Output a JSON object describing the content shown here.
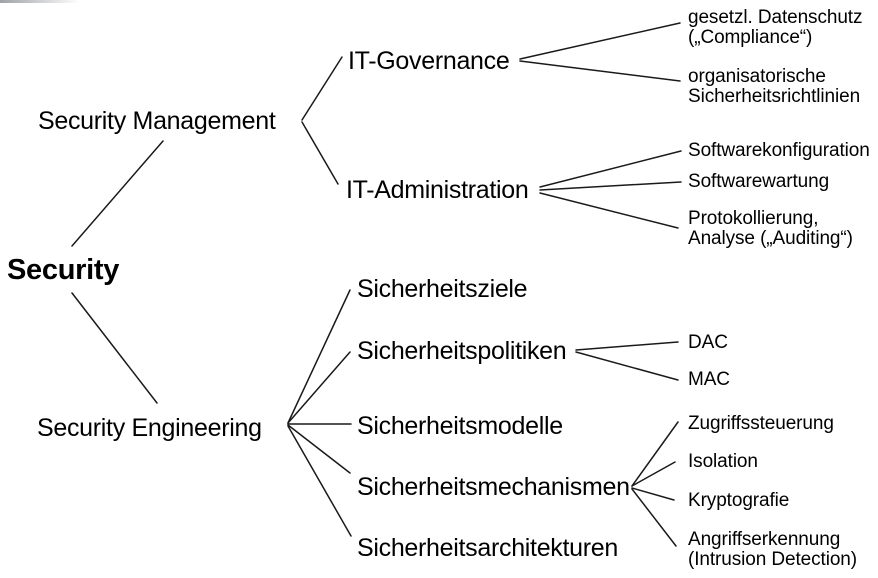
{
  "colors": {
    "background": "#ffffff",
    "text": "#000000",
    "line": "#1a1a1a"
  },
  "tree": {
    "label": "Security",
    "children": [
      {
        "label": "Security Management",
        "children": [
          {
            "label": "IT-Governance",
            "children": [
              {
                "label": "gesetzl. Datenschutz\n(„Compliance“)"
              },
              {
                "label": "organisatorische\nSicherheitsrichtlinien"
              }
            ]
          },
          {
            "label": "IT-Administration",
            "children": [
              {
                "label": "Softwarekonfiguration"
              },
              {
                "label": "Softwarewartung"
              },
              {
                "label": "Protokollierung,\nAnalyse („Auditing“)"
              }
            ]
          }
        ]
      },
      {
        "label": "Security Engineering",
        "children": [
          {
            "label": "Sicherheitsziele"
          },
          {
            "label": "Sicherheitspolitiken",
            "children": [
              {
                "label": "DAC"
              },
              {
                "label": "MAC"
              }
            ]
          },
          {
            "label": "Sicherheitsmodelle"
          },
          {
            "label": "Sicherheitsmechanismen",
            "children": [
              {
                "label": "Zugriffssteuerung"
              },
              {
                "label": "Isolation"
              },
              {
                "label": "Kryptografie"
              },
              {
                "label": "Angriffserkennung\n(Intrusion Detection)"
              }
            ]
          },
          {
            "label": "Sicherheitsarchitekturen"
          }
        ]
      }
    ]
  }
}
